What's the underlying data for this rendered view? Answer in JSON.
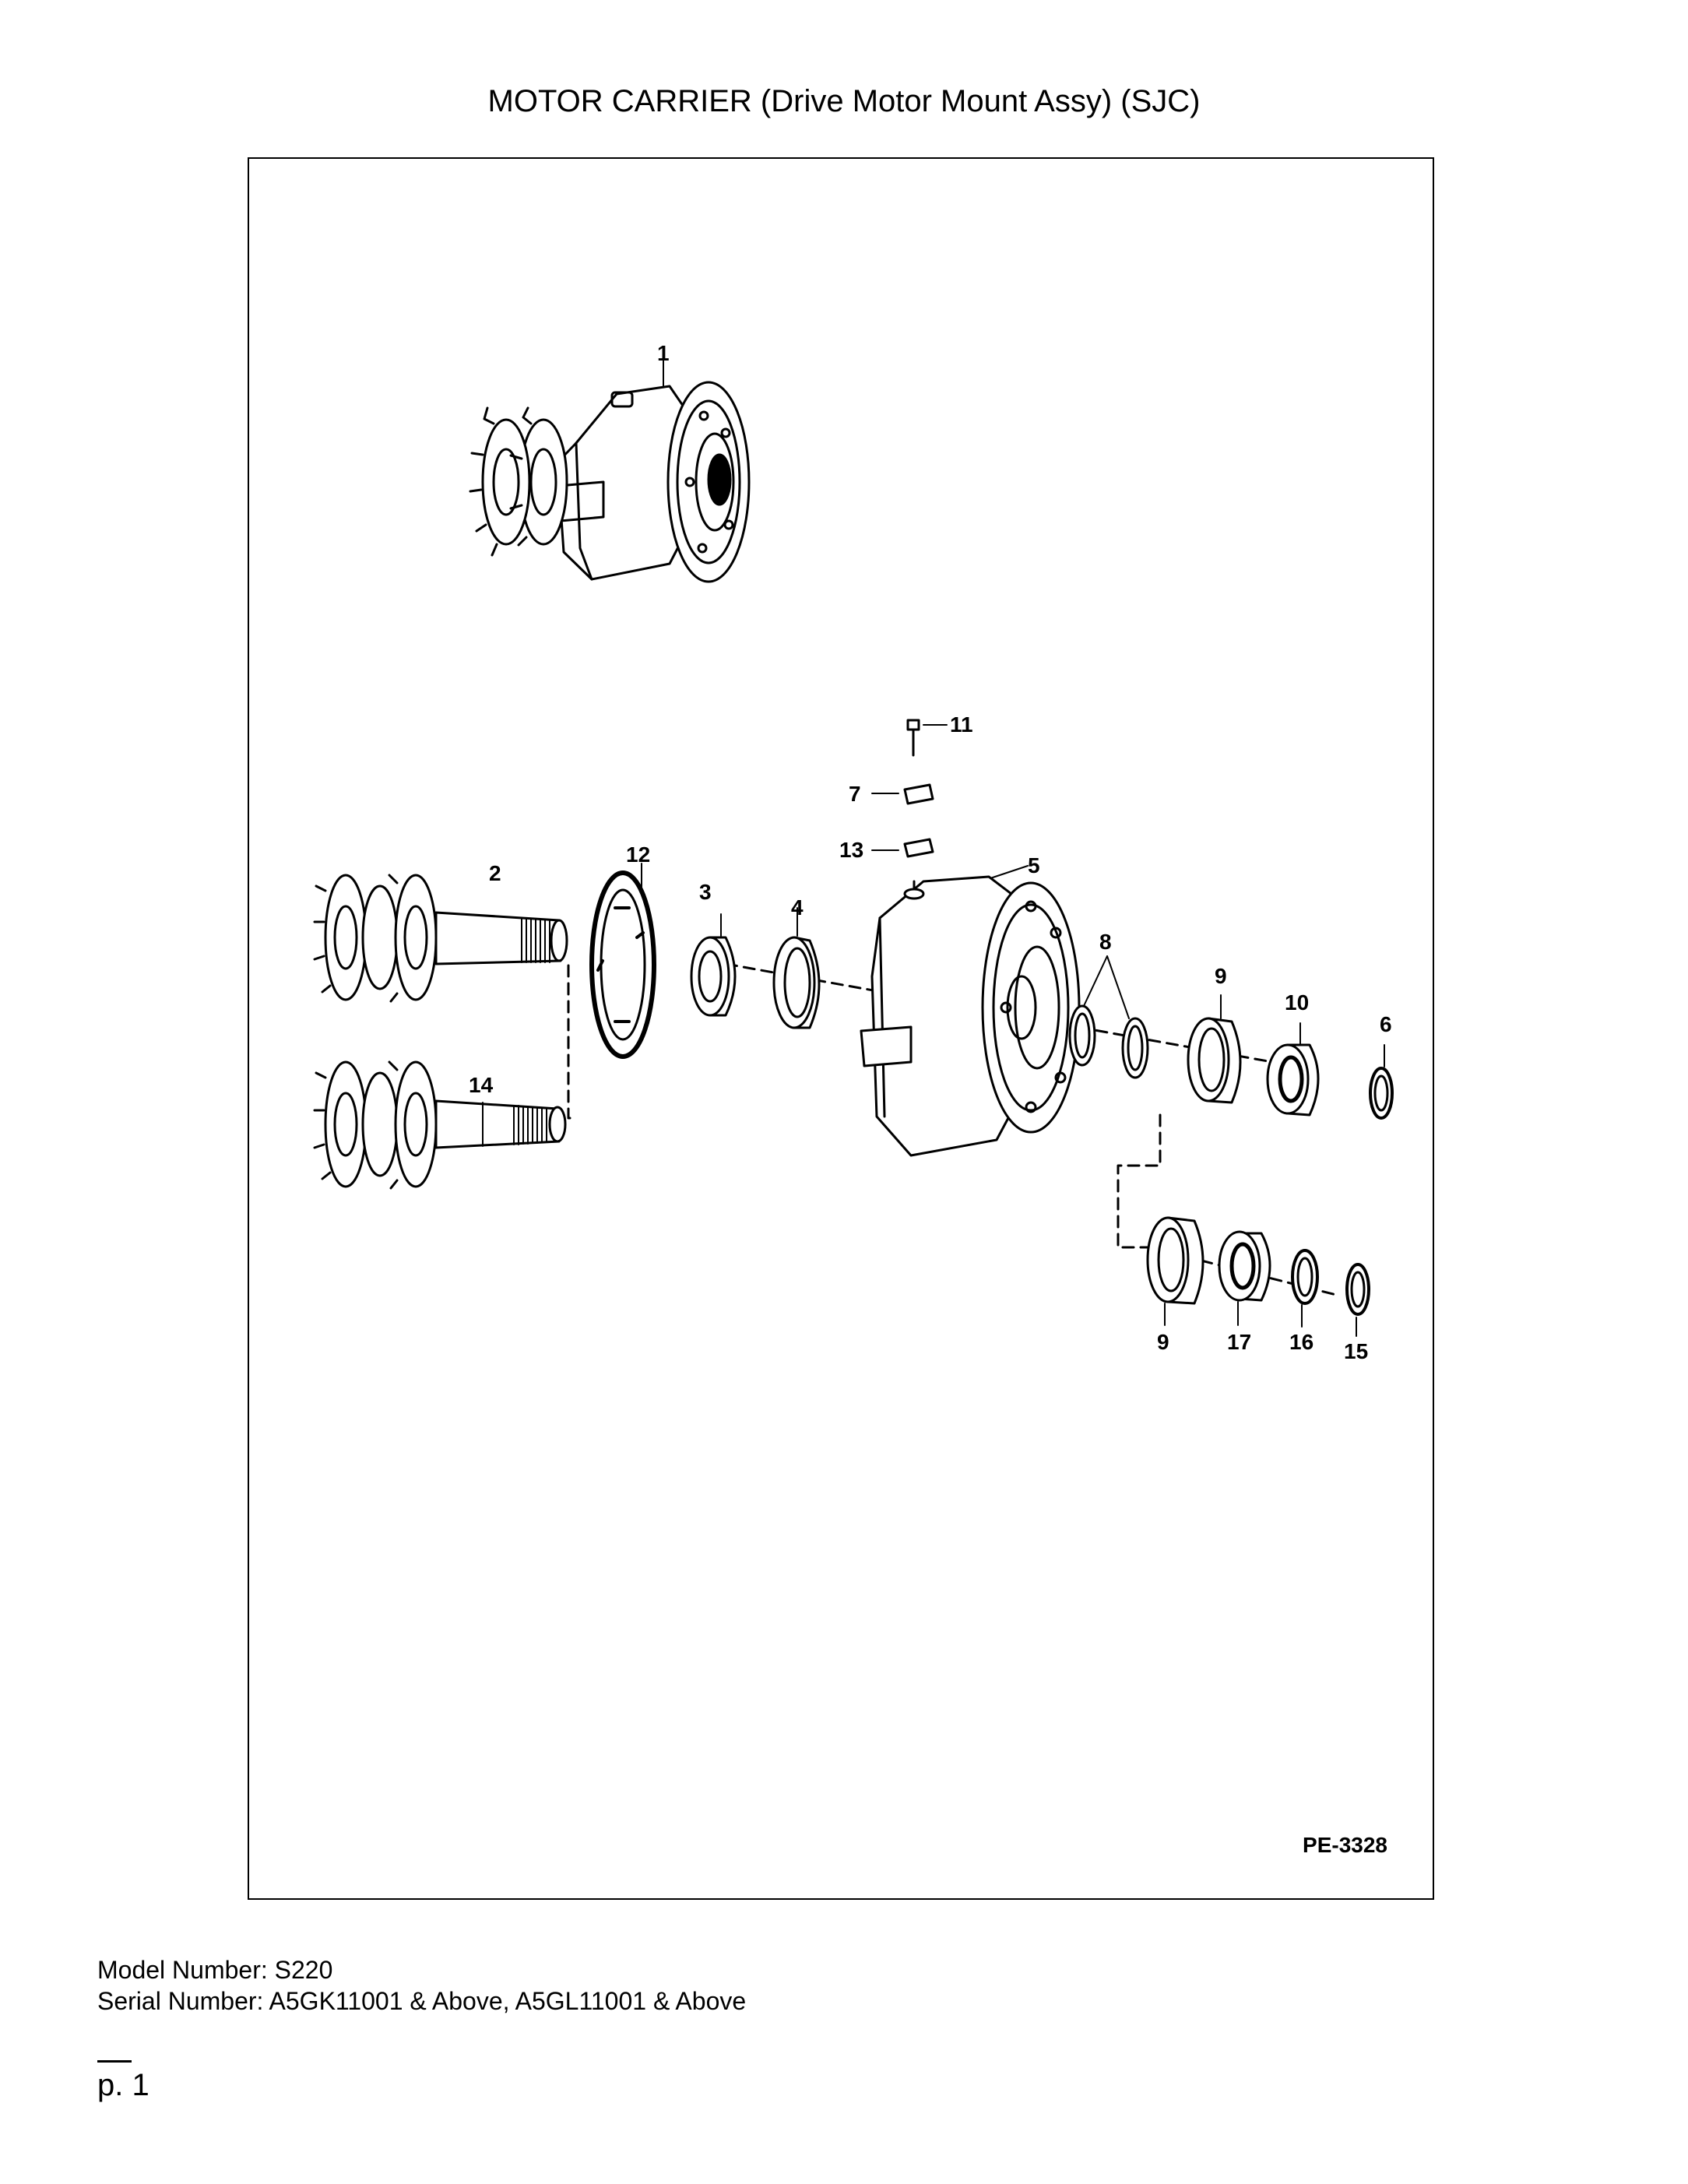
{
  "page": {
    "title": "MOTOR CARRIER (Drive Motor Mount Assy) (SJC)",
    "figure_code": "PE-3328",
    "model_line": "Model Number: S220",
    "serial_line": "Serial Number: A5GK11001 & Above, A5GL11001 & Above",
    "page_number": "p. 1"
  },
  "callouts": {
    "c1": "1",
    "c2": "2",
    "c3": "3",
    "c4": "4",
    "c5": "5",
    "c6": "6",
    "c7": "7",
    "c8": "8",
    "c9a": "9",
    "c9b": "9",
    "c10": "10",
    "c11": "11",
    "c12": "12",
    "c13": "13",
    "c14": "14",
    "c15": "15",
    "c16": "16",
    "c17": "17"
  }
}
